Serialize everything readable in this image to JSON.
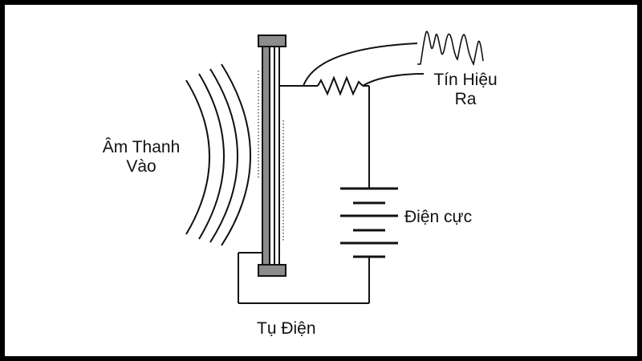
{
  "labels": {
    "sound_in_line1": "Âm Thanh",
    "sound_in_line2": "Vào",
    "signal_out_line1": "Tín Hiệu",
    "signal_out_line2": "Ra",
    "electrode": "Điện cực",
    "capacitor": "Tụ Điện"
  },
  "colors": {
    "background": "#ffffff",
    "frame_border": "#000000",
    "line": "#111111",
    "plate_gray": "#8c8c8c"
  }
}
